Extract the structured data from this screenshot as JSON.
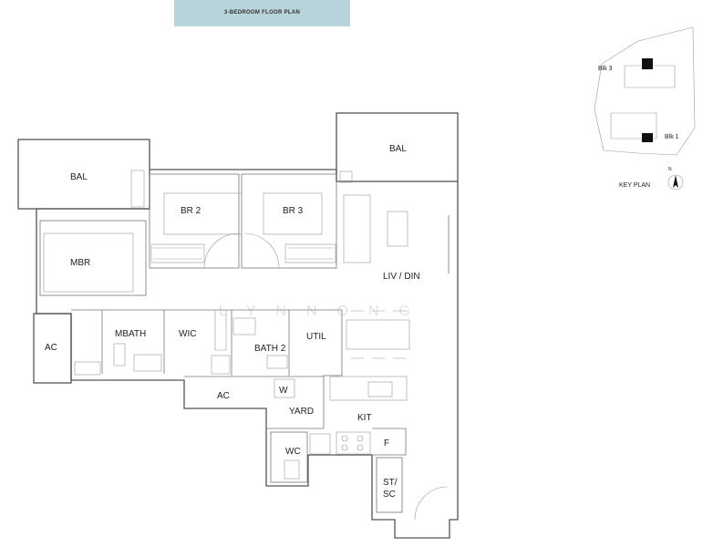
{
  "banner": {
    "title": "3-BEDROOM FLOOR PLAN"
  },
  "rooms": {
    "bal_left": "BAL",
    "bal_right": "BAL",
    "br2": "BR 2",
    "br3": "BR 3",
    "mbr": "MBR",
    "liv_din": "LIV / DIN",
    "ac_left": "AC",
    "mbath": "MBATH",
    "wic": "WIC",
    "bath2": "BATH 2",
    "util": "UTIL",
    "ac_bottom": "AC",
    "w": "W",
    "yard": "YARD",
    "kit": "KIT",
    "wc": "WC",
    "f": "F",
    "st_sc_1": "ST/",
    "st_sc_2": "SC"
  },
  "watermark": "LYNNONG",
  "key_plan": {
    "blk3": "Blk 3",
    "blk1": "Blk 1",
    "label": "KEY PLAN",
    "north": "N"
  },
  "colors": {
    "banner": "#b7d3dc",
    "wall": "#555555"
  }
}
